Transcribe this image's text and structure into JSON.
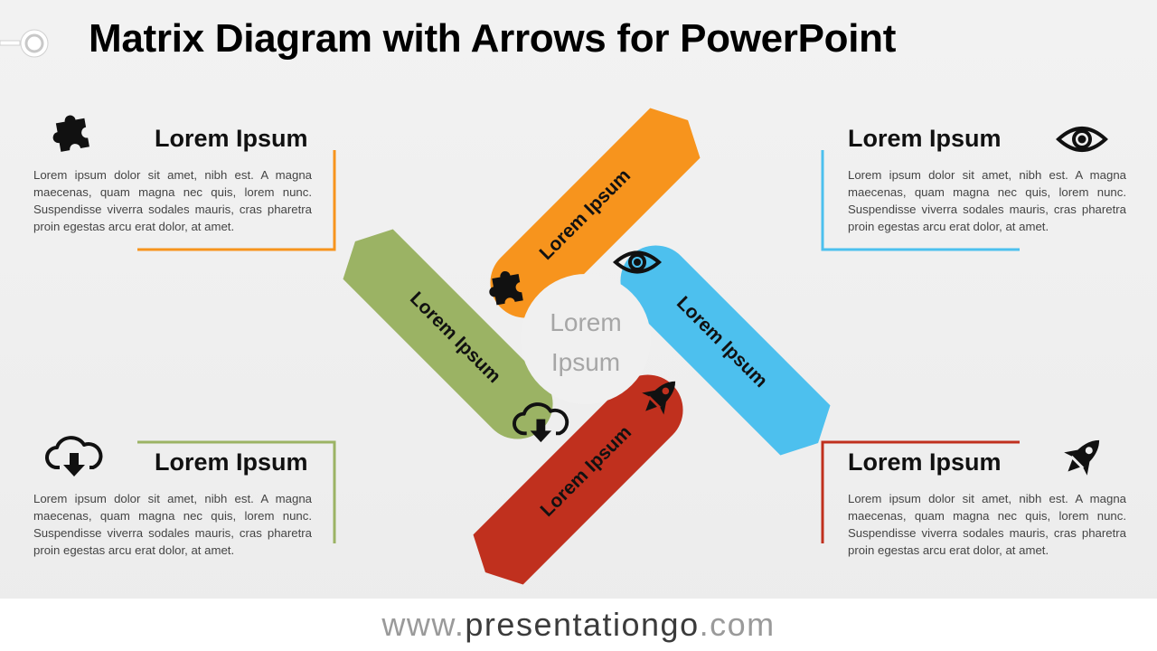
{
  "title": "Matrix Diagram with Arrows for PowerPoint",
  "center_label": [
    "Lorem",
    "Ipsum"
  ],
  "colors": {
    "orange": "#f7941d",
    "blue": "#4dc0ee",
    "red": "#c0301e",
    "green": "#9bb364"
  },
  "items": [
    {
      "heading": "Lorem Ipsum",
      "bar_label": "Lorem Ipsum",
      "icon": "puzzle-icon",
      "color": "#f7941d",
      "body": "Lorem ipsum dolor sit amet, nibh est. A magna maecenas, quam magna nec quis, lorem nunc. Suspendisse viverra sodales mauris, cras pharetra proin egestas arcu erat dolor, at amet."
    },
    {
      "heading": "Lorem Ipsum",
      "bar_label": "Lorem Ipsum",
      "icon": "eye-icon",
      "color": "#4dc0ee",
      "body": "Lorem ipsum dolor sit amet, nibh est. A magna maecenas, quam magna nec quis, lorem nunc. Suspendisse viverra sodales mauris, cras pharetra proin egestas arcu erat dolor, at amet."
    },
    {
      "heading": "Lorem Ipsum",
      "bar_label": "Lorem Ipsum",
      "icon": "cloud-download-icon",
      "color": "#9bb364",
      "body": "Lorem ipsum dolor sit amet, nibh est. A magna maecenas, quam magna nec quis, lorem nunc. Suspendisse viverra sodales mauris, cras pharetra proin egestas arcu erat dolor, at amet."
    },
    {
      "heading": "Lorem Ipsum",
      "bar_label": "Lorem Ipsum",
      "icon": "rocket-icon",
      "color": "#c0301e",
      "body": "Lorem ipsum dolor sit amet, nibh est. A magna maecenas, quam magna nec quis, lorem nunc. Suspendisse viverra sodales mauris, cras pharetra proin egestas arcu erat dolor, at amet."
    }
  ],
  "footer": {
    "prefix": "www.",
    "domain": "presentationgo",
    "suffix": ".com"
  }
}
